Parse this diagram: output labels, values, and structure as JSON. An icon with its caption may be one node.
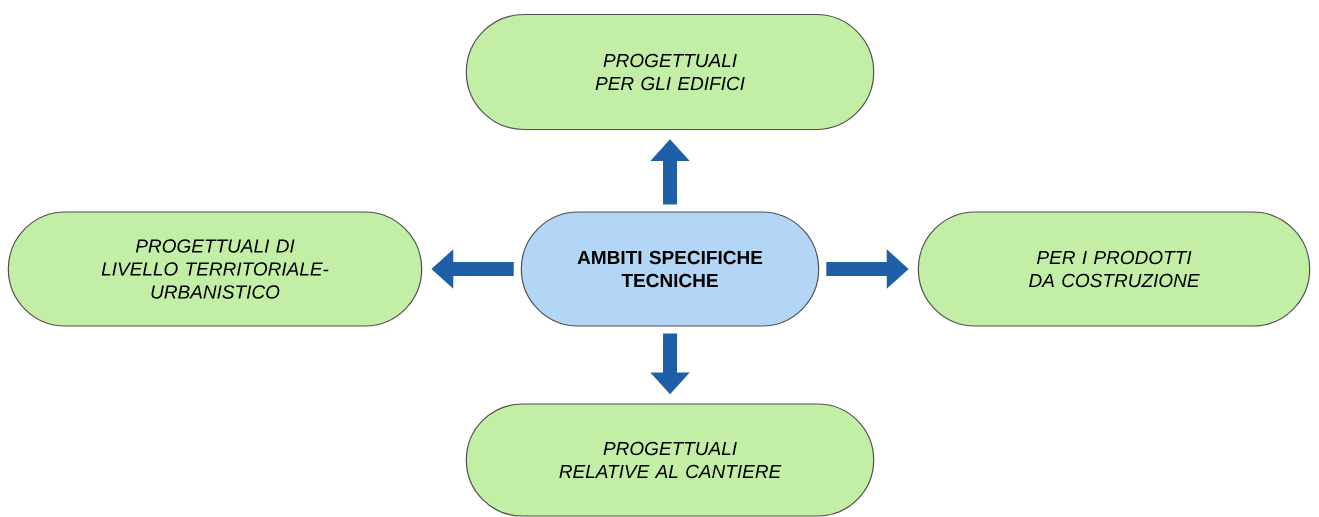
{
  "diagram": {
    "nodes": [
      {
        "text": [
          "PROGETTUALI PER GLI EDIFICI"
        ]
      },
      {
        "text": [
          "PROGETTUALI DI LIVELLO TERRITORIALE-URBANISTICO"
        ]
      },
      {
        "text": [
          "AMBITI SPECIFICHE TECNICHE"
        ]
      },
      {
        "text": [
          "PER I PRODOTTI DA COSTRUZIONE"
        ]
      },
      {
        "text": [
          "PROGETTUALI RELATIVE AL CANTIERE"
        ]
      }
    ],
    "edges": [
      {
        "from": 2,
        "to": 0,
        "arrow": "to"
      },
      {
        "from": 2,
        "to": 1,
        "arrow": "to"
      },
      {
        "from": 2,
        "to": 3,
        "arrow": "to"
      },
      {
        "from": 2,
        "to": 4,
        "arrow": "to"
      }
    ]
  }
}
